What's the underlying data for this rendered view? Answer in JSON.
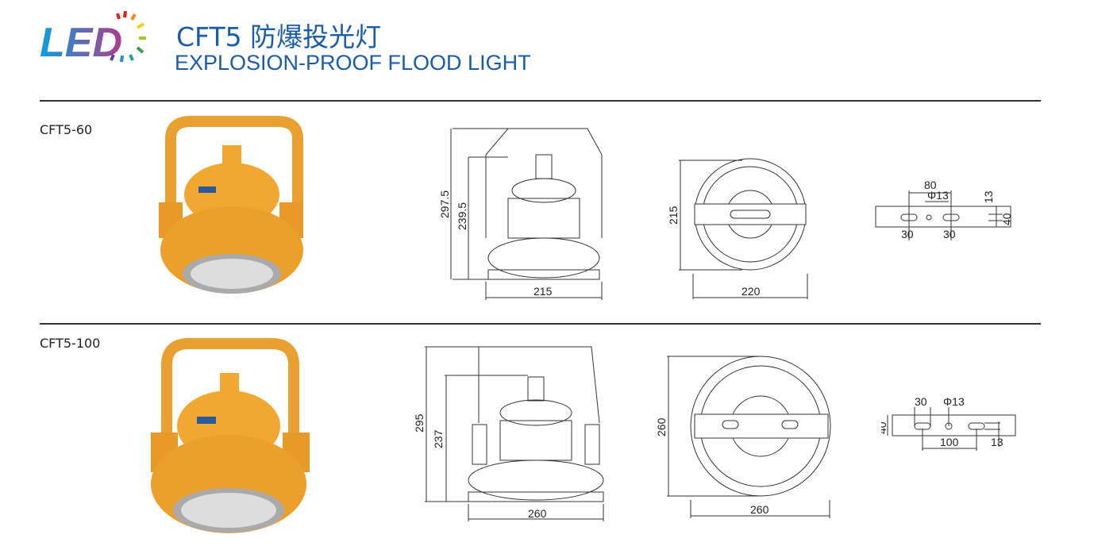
{
  "header": {
    "logo_text": "LED",
    "title_cn": "CFT5 防爆投光灯",
    "title_en": "EXPLOSION-PROOF FLOOD LIGHT"
  },
  "colors": {
    "brand_blue": "#1a5ca8",
    "lamp_orange": "#f0a830"
  },
  "products": [
    {
      "model": "CFT5-60",
      "side_view": {
        "height_total": "297.5",
        "height_body": "239.5",
        "width": "215"
      },
      "top_view": {
        "height": "215",
        "width": "220"
      },
      "bracket": {
        "spacing": "80",
        "hole": "Φ13",
        "slot_left": "30",
        "slot_right": "30",
        "offset": "13",
        "height": "40"
      }
    },
    {
      "model": "CFT5-100",
      "side_view": {
        "height_total": "295",
        "height_body": "237",
        "width": "260"
      },
      "top_view": {
        "height": "260",
        "width": "260"
      },
      "bracket": {
        "slot": "30",
        "hole": "Φ13",
        "height": "40",
        "spacing": "100",
        "offset": "13"
      }
    }
  ]
}
